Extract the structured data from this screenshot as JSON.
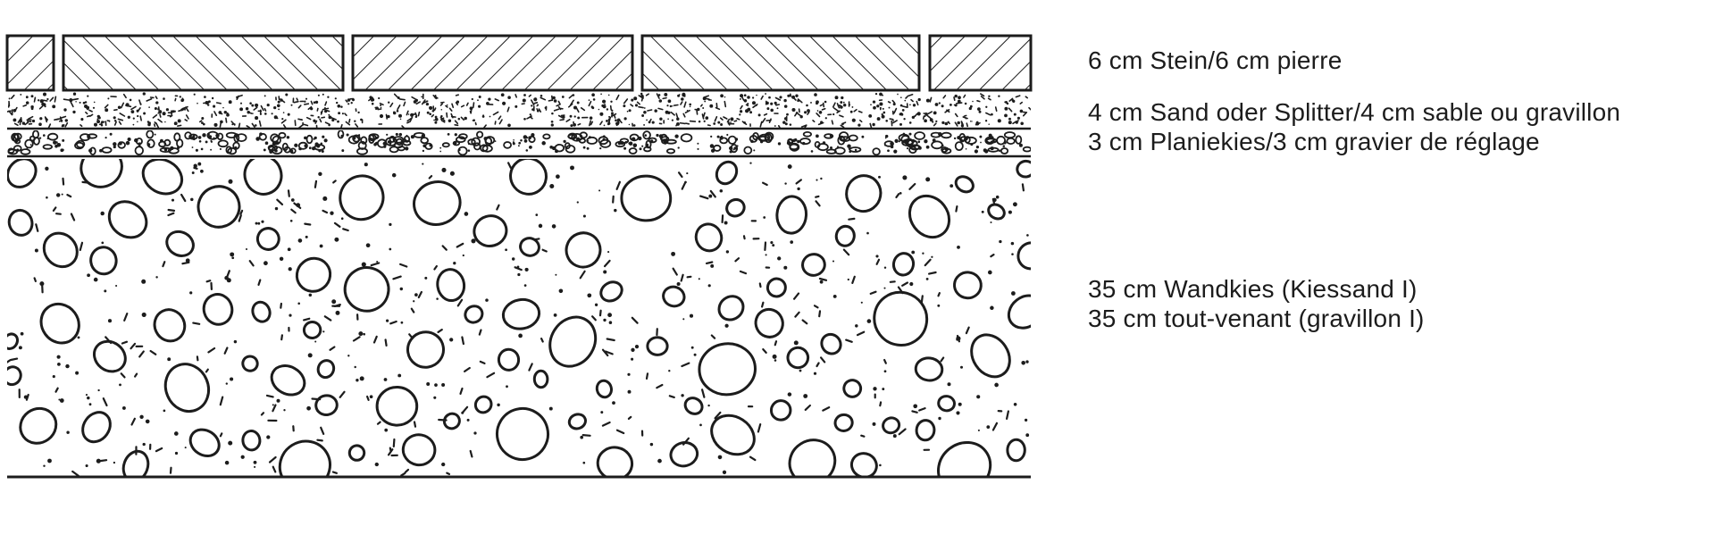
{
  "layers": [
    {
      "id": "stone",
      "label": "6 cm Stein/6 cm pierre"
    },
    {
      "id": "sand",
      "label": "4 cm Sand oder Splitter/4 cm sable ou gravillon"
    },
    {
      "id": "planie",
      "label": "3 cm Planiekies/3 cm gravier de réglage"
    },
    {
      "id": "wandkies",
      "label_de": "35 cm Wandkies (Kiessand I)",
      "label_fr": "35 cm tout-venant (gravillon I)"
    }
  ],
  "colors": {
    "ink": "#1c1c1c",
    "background": "#ffffff"
  },
  "stone_count_visible": 5
}
